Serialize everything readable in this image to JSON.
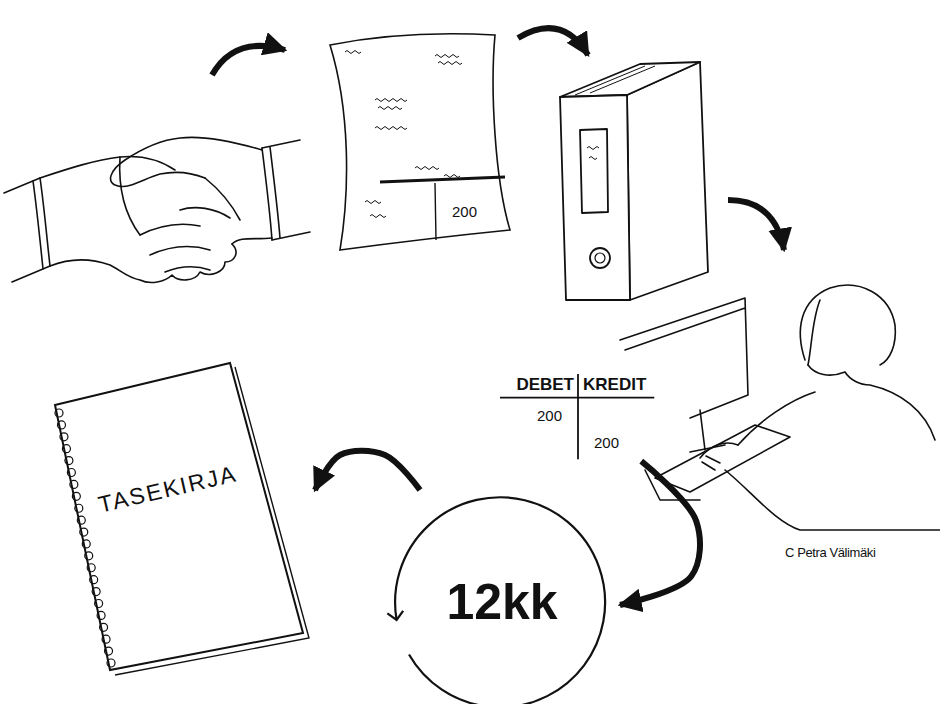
{
  "diagram": {
    "nodes": [
      {
        "text": [
          "200"
        ]
      },
      {
        "text": [
          "DEBET",
          "KREDIT",
          "200",
          "200"
        ]
      },
      {
        "text": [
          "12kk"
        ]
      },
      {
        "text": [
          "TASEKIRJA"
        ]
      }
    ],
    "edges": [
      {
        "from": 1,
        "to": 2,
        "arrow": "to"
      },
      {
        "from": 2,
        "to": 3,
        "arrow": "to"
      }
    ],
    "labels": [
      "C Petra Välimäki"
    ]
  }
}
